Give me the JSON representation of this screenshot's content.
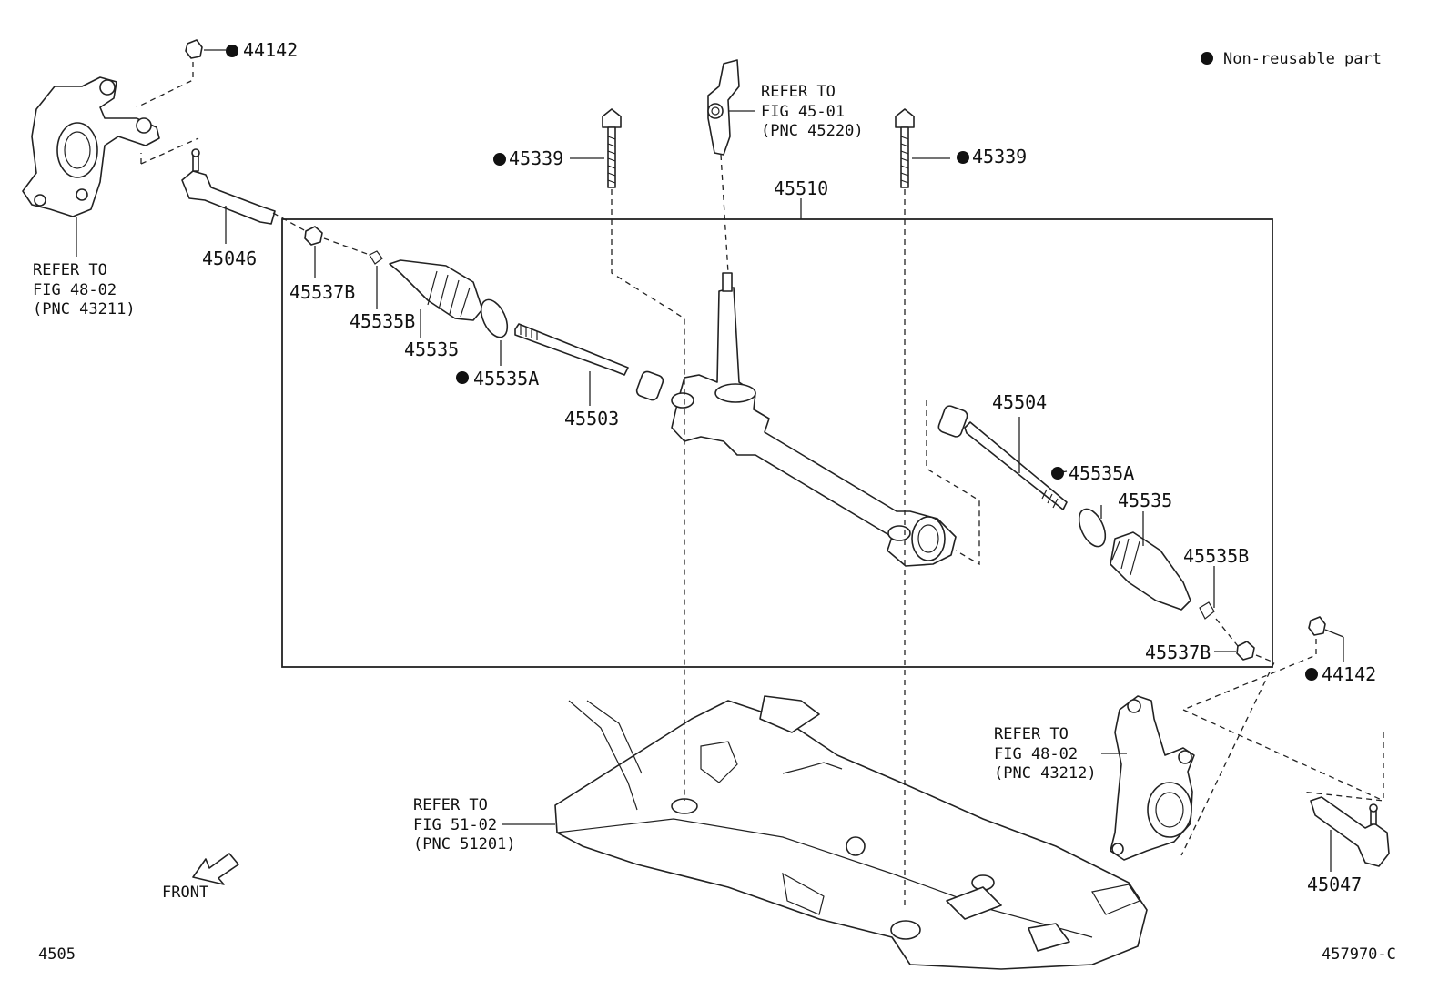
{
  "legend": {
    "text": "Non-reusable part"
  },
  "labels": {
    "p44142_top": "44142",
    "p44142_right": "44142",
    "p45339_left": "45339",
    "p45339_right": "45339",
    "p45510": "45510",
    "p45046": "45046",
    "p45047": "45047",
    "p45537b_left": "45537B",
    "p45537b_right": "45537B",
    "p45535b_left": "45535B",
    "p45535b_right": "45535B",
    "p45535_left": "45535",
    "p45535_right": "45535",
    "p45535a_left": "45535A",
    "p45535a_right": "45535A",
    "p45503": "45503",
    "p45504": "45504"
  },
  "refs": {
    "steering_column": [
      "REFER TO",
      "FIG 45-01",
      "(PNC 45220)"
    ],
    "knuckle_left": [
      "REFER TO",
      "FIG 48-02",
      "(PNC 43211)"
    ],
    "knuckle_right": [
      "REFER TO",
      "FIG 48-02",
      "(PNC 43212)"
    ],
    "crossmember": [
      "REFER TO",
      "FIG 51-02",
      "(PNC 51201)"
    ]
  },
  "direction": {
    "text": "FRONT"
  },
  "footer": {
    "left_code": "4505",
    "right_code": "457970-C"
  }
}
